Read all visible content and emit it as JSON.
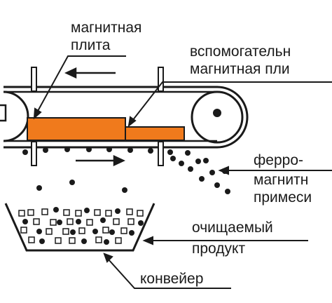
{
  "labels": {
    "magnetic_plate": [
      "магнитная",
      "плита"
    ],
    "aux_magnetic_plate": [
      "вспомогательн",
      "магнитная пли"
    ],
    "ferromagnetic_impurities": [
      "ферро-",
      "магнитн",
      "примеси"
    ],
    "cleaned_product": [
      "очищаемый",
      "продукт"
    ],
    "conveyor": [
      "конвейер"
    ]
  },
  "colors": {
    "plate_fill": "#f07a1c",
    "line": "#1a1a1a",
    "background": "#ffffff"
  }
}
